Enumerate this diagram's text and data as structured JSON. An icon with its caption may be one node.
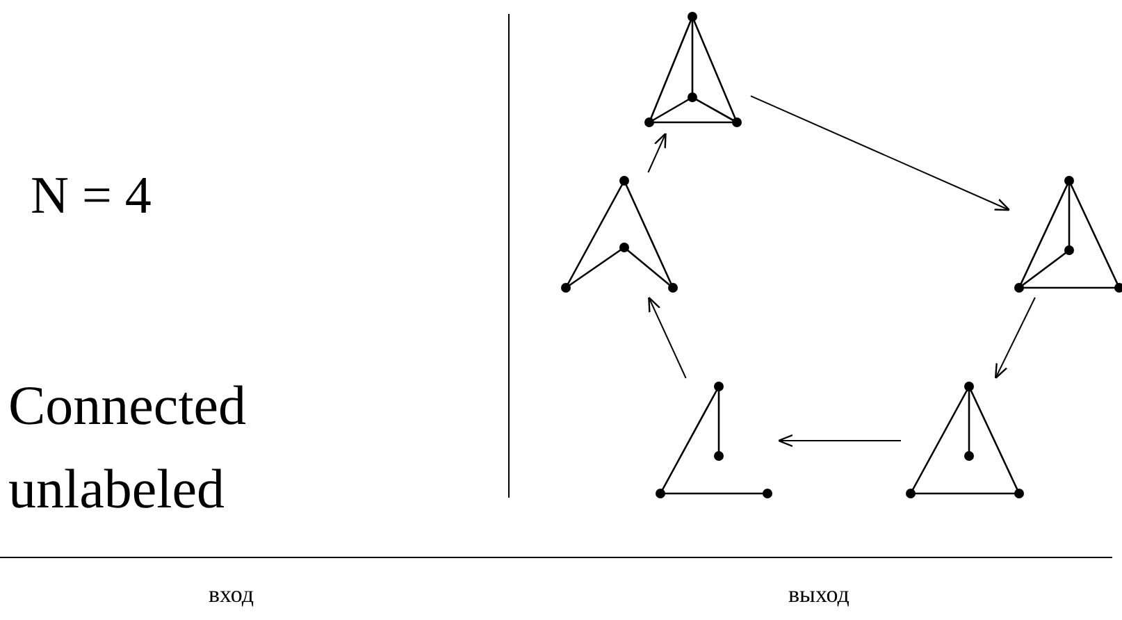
{
  "diagram": {
    "nodes": [
      {
        "text": [],
        "shape": "picture"
      },
      {
        "text": [],
        "shape": "picture"
      },
      {
        "text": [],
        "shape": "picture"
      },
      {
        "text": [],
        "shape": "picture"
      },
      {
        "text": [],
        "shape": "picture"
      }
    ],
    "edges": [
      {
        "from": 1,
        "to": 0,
        "arrow": "to"
      },
      {
        "from": 0,
        "to": 2,
        "arrow": "to"
      },
      {
        "from": 2,
        "to": 4,
        "arrow": "to"
      },
      {
        "from": 4,
        "to": 3,
        "arrow": "to"
      },
      {
        "from": 3,
        "to": 1,
        "arrow": "to"
      }
    ],
    "labels": [
      "N = 4",
      "Connected unlabeled",
      "вход",
      "выход"
    ]
  }
}
